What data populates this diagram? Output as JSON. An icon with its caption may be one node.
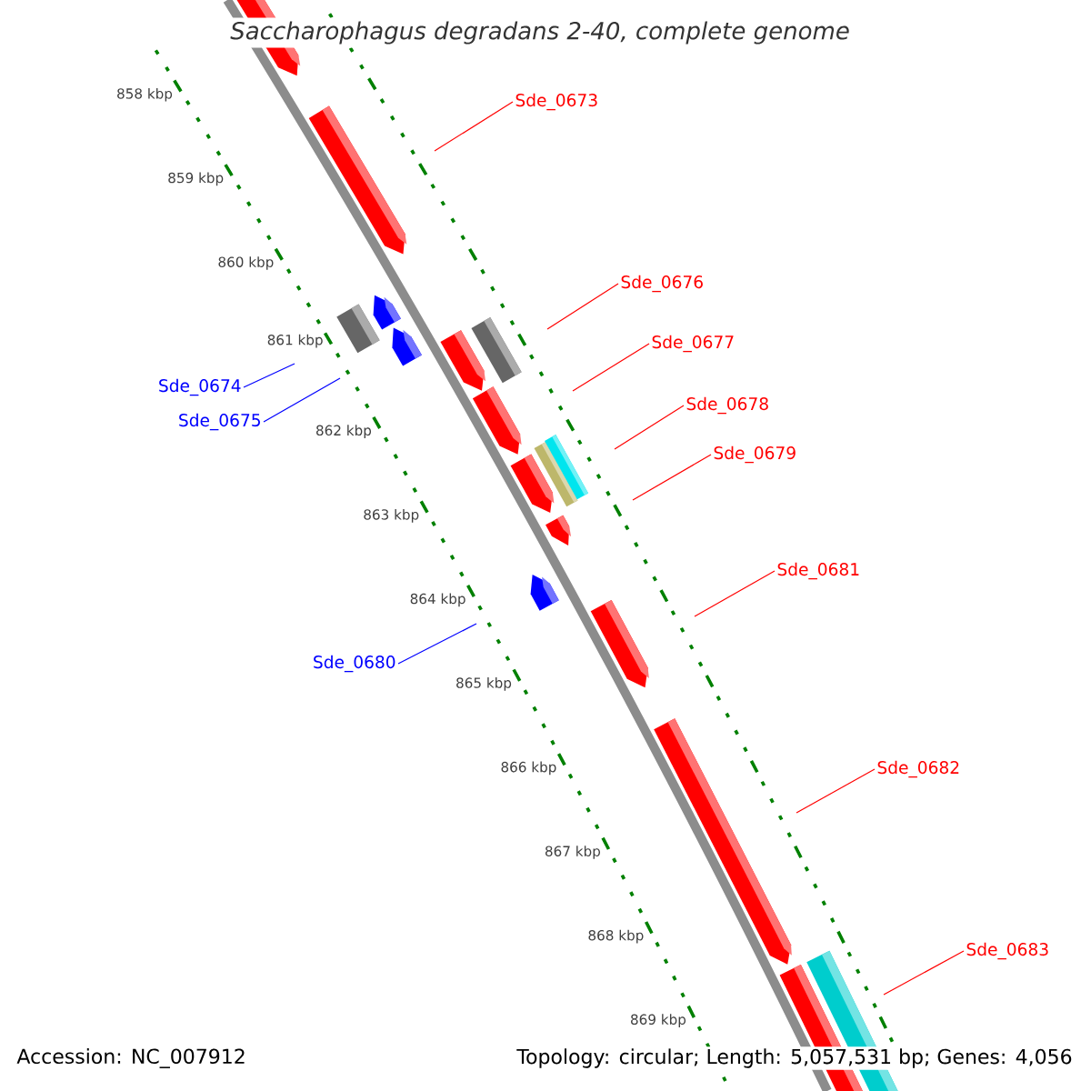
{
  "diagram": {
    "title": "Saccharophagus degradans 2-40, complete genome",
    "nodes": [
      {
        "text": [
          "Sde_0673"
        ]
      },
      {
        "text": [
          "Sde_0674"
        ]
      },
      {
        "text": [
          "Sde_0675"
        ]
      },
      {
        "text": [
          "Sde_0676"
        ]
      },
      {
        "text": [
          "Sde_0677"
        ]
      },
      {
        "text": [
          "Sde_0678"
        ]
      },
      {
        "text": [
          "Sde_0679"
        ]
      },
      {
        "text": [
          "Sde_0680"
        ]
      },
      {
        "text": [
          "Sde_0681"
        ]
      },
      {
        "text": [
          "Sde_0682"
        ]
      },
      {
        "text": [
          "Sde_0683"
        ]
      }
    ],
    "edges": [
      {
        "from": 0,
        "to": null,
        "arrow": "none"
      },
      {
        "from": 1,
        "to": null,
        "arrow": "none",
        "color": "#0000ff"
      },
      {
        "from": 2,
        "to": null,
        "arrow": "none",
        "color": "#0000ff"
      },
      {
        "from": 3,
        "to": null,
        "arrow": "none"
      },
      {
        "from": 4,
        "to": null,
        "arrow": "none"
      },
      {
        "from": 5,
        "to": null,
        "arrow": "none"
      },
      {
        "from": 6,
        "to": null,
        "arrow": "none"
      },
      {
        "from": 7,
        "to": null,
        "arrow": "none",
        "color": "#0000ff"
      },
      {
        "from": 8,
        "to": null,
        "arrow": "none"
      },
      {
        "from": 9,
        "to": null,
        "arrow": "none"
      },
      {
        "from": 10,
        "to": null,
        "arrow": "none"
      }
    ],
    "labels": [
      "858 kbp",
      "859 kbp",
      "860 kbp",
      "861 kbp",
      "862 kbp",
      "863 kbp",
      "864 kbp",
      "865 kbp",
      "866 kbp",
      "867 kbp",
      "868 kbp",
      "869 kbp",
      "Accession: NC_007912",
      "Topology: circular; Length: 5,057,531 bp; Genes: 4,056"
    ]
  }
}
